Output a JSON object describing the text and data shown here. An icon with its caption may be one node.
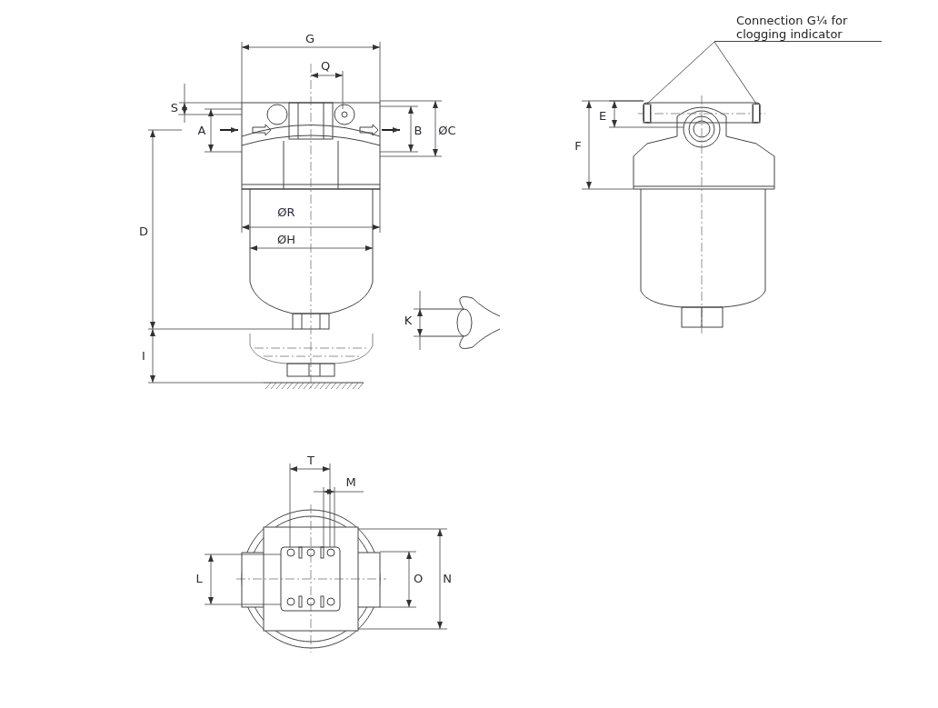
{
  "diagram": {
    "nodes": [
      {
        "text": [
          "Connection G¼ for clogging indicator"
        ]
      },
      {
        "text": [],
        "shape": "box"
      },
      {
        "text": [],
        "shape": "box"
      }
    ],
    "edges": [
      {
        "from": 0,
        "to": 1,
        "arrow": "none"
      },
      {
        "from": 0,
        "to": 2,
        "arrow": "none"
      }
    ],
    "labels": [
      "G",
      "Q",
      "S",
      "A",
      "B",
      "ØC",
      "ØR",
      "D",
      "ØH",
      "K",
      "I",
      "E",
      "F",
      "T",
      "M",
      "L",
      "O",
      "N"
    ]
  }
}
